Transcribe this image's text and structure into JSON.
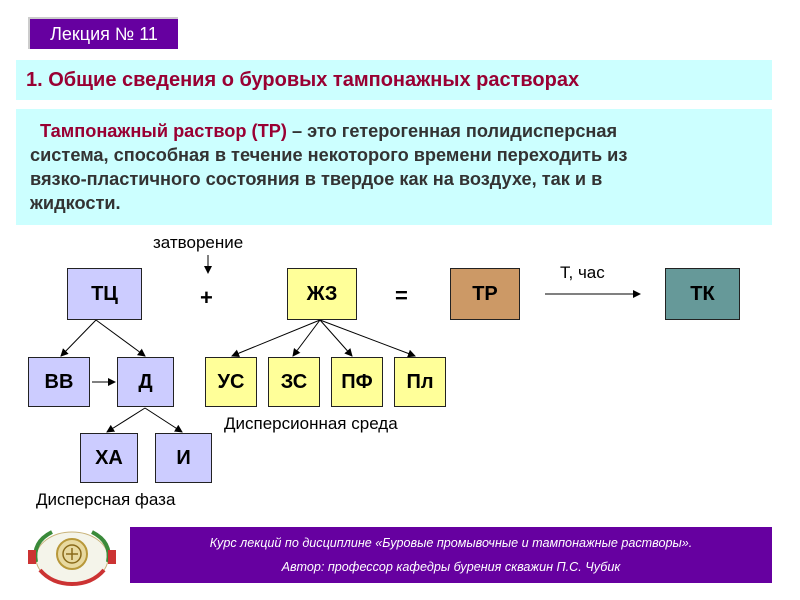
{
  "header": {
    "badge": "Лекция № 11"
  },
  "section": {
    "title": "1. Общие сведения о буровых тампонажных растворах"
  },
  "definition": {
    "term": "Тампонажный раствор",
    "abbr": "(ТР)",
    "line1_rest": " – это гетерогенная полидисперсная",
    "line2": "система, способная в течение некоторого времени переходить из",
    "line3": "вязко-пластичного состояния в твердое как на воздухе, так и в",
    "line4": "жидкости."
  },
  "diagram": {
    "nodes": {
      "tc": "ТЦ",
      "zhz": "ЖЗ",
      "tr": "ТР",
      "tk": "ТК",
      "vv": "ВВ",
      "d": "Д",
      "xa": "ХА",
      "i": "И",
      "us": "УС",
      "zs": "ЗС",
      "pf": "ПФ",
      "pl": "Пл"
    },
    "labels": {
      "zatvorenie": "затворение",
      "time": "Т, час",
      "disp_medium": "Дисперсионная среда",
      "disp_phase": "Дисперсная фаза"
    },
    "operators": {
      "plus": "+",
      "equals": "="
    }
  },
  "footer": {
    "line1": "Курс лекций по дисциплине «Буровые промывочные и тампонажные растворы».",
    "line2": "Автор: профессор кафедры бурения скважин П.С. Чубик"
  },
  "colors": {
    "badge_bg": "#6600a0",
    "title_color": "#990033",
    "panel_bg": "#ccffff",
    "node_lavender": "#ccccff",
    "node_yellow": "#ffff99",
    "node_tan": "#cc9966",
    "node_teal": "#669999"
  },
  "icons": {
    "emblem": "university-emblem-icon"
  }
}
